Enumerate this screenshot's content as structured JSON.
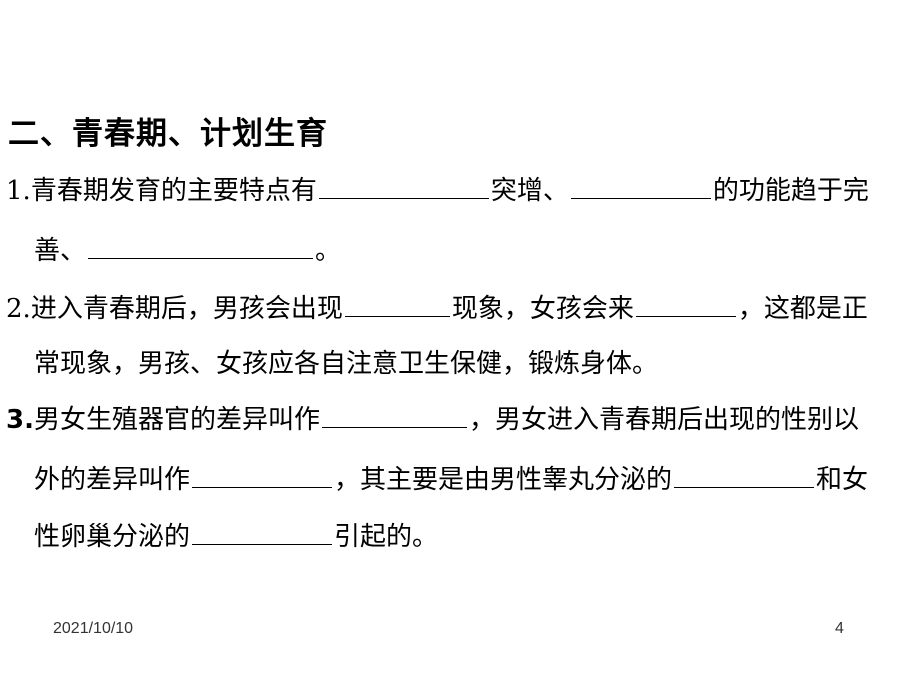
{
  "section_title": "二、青春期、计划生育",
  "q1": {
    "number": "1.",
    "line1_a": "青春期发育的主要特点有",
    "line1_b": "突增、",
    "line1_c": "的功能趋于完",
    "line2_a": "善、",
    "line2_b": "。"
  },
  "q2": {
    "number": "2.",
    "line1_a": "进入青春期后，男孩会出现",
    "line1_b": "现象，女孩会来",
    "line1_c": "，这都是正",
    "line2": "常现象，男孩、女孩应各自注意卫生保健，锻炼身体。"
  },
  "q3": {
    "number": "3.",
    "line1_a": "男女生殖器官的差异叫作",
    "line1_b": "，男女进入青春期后出现的性别以",
    "line2_a": "外的差异叫作",
    "line2_b": "，其主要是由男性睾丸分泌的",
    "line2_c": "和女",
    "line3_a": "性卵巢分泌的",
    "line3_b": "引起的。"
  },
  "footer": {
    "date": "2021/10/10",
    "page": "4"
  }
}
